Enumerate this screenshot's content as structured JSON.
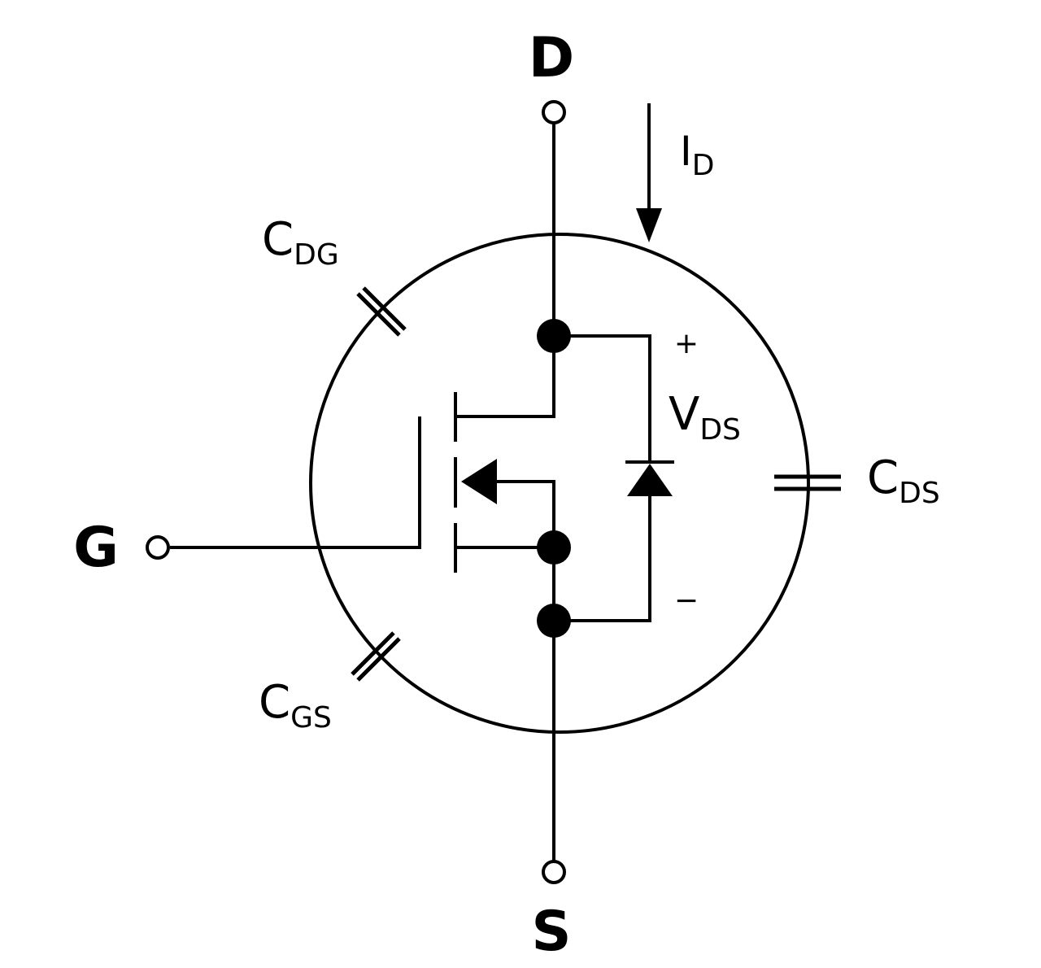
{
  "terminals": {
    "drain": "D",
    "gate": "G",
    "source": "S"
  },
  "current": {
    "symbol": "I",
    "subscript": "D"
  },
  "voltage": {
    "symbol": "V",
    "subscript": "DS",
    "plus": "+",
    "minus": "−"
  },
  "capacitors": {
    "drain_gate": {
      "symbol": "C",
      "subscript": "DG"
    },
    "gate_source": {
      "symbol": "C",
      "subscript": "GS"
    },
    "drain_source": {
      "symbol": "C",
      "subscript": "DS"
    }
  },
  "colors": {
    "line": "#000000",
    "background": "#ffffff"
  }
}
